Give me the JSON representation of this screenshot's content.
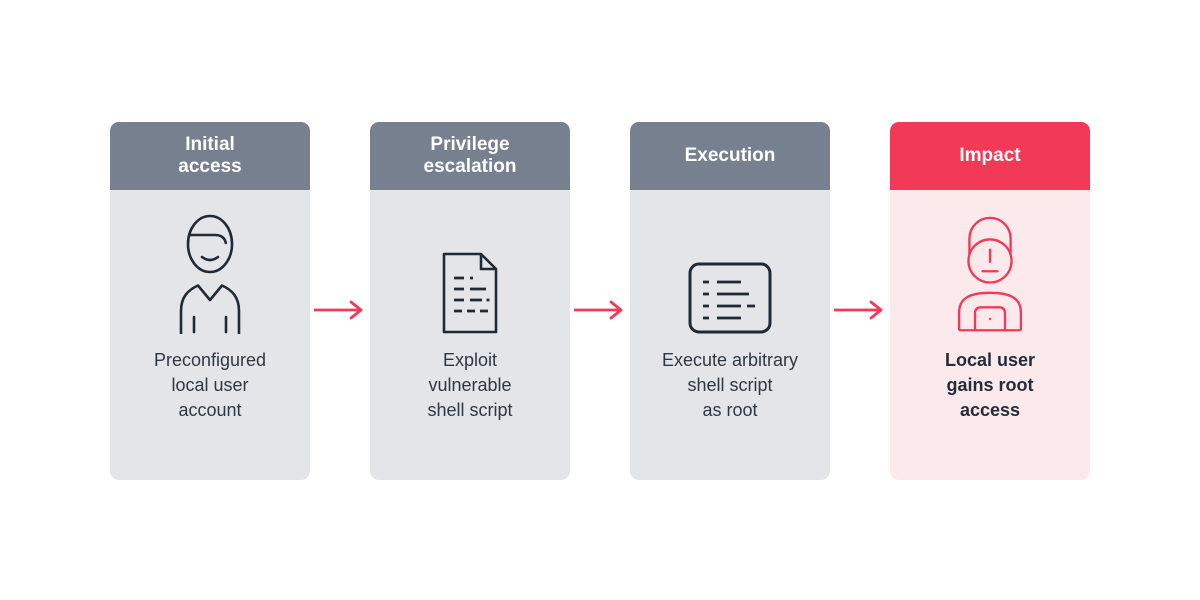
{
  "diagram": {
    "name": "attack-chain-flow",
    "colors": {
      "step_header_gray": "#76808e",
      "step_body_gray": "#e3e5e8",
      "impact_header_red": "#f23a57",
      "impact_body_pink": "#fce9ec",
      "icon_dark": "#1f2a36",
      "icon_red": "#f23a57",
      "arrow_red": "#f23a57",
      "description_text": "#2e3844",
      "header_text": "#ffffff"
    },
    "steps": [
      {
        "title": "Initial\naccess",
        "icon": "user-icon",
        "description": "Preconfigured\nlocal user\naccount"
      },
      {
        "title": "Privilege\nescalation",
        "icon": "document-icon",
        "description": "Exploit\nvulnerable\nshell script"
      },
      {
        "title": "Execution",
        "icon": "terminal-list-icon",
        "description": "Execute arbitrary\nshell script\nas root"
      },
      {
        "title": "Impact",
        "icon": "hacker-laptop-icon",
        "description": "Local user\ngains root\naccess"
      }
    ]
  }
}
